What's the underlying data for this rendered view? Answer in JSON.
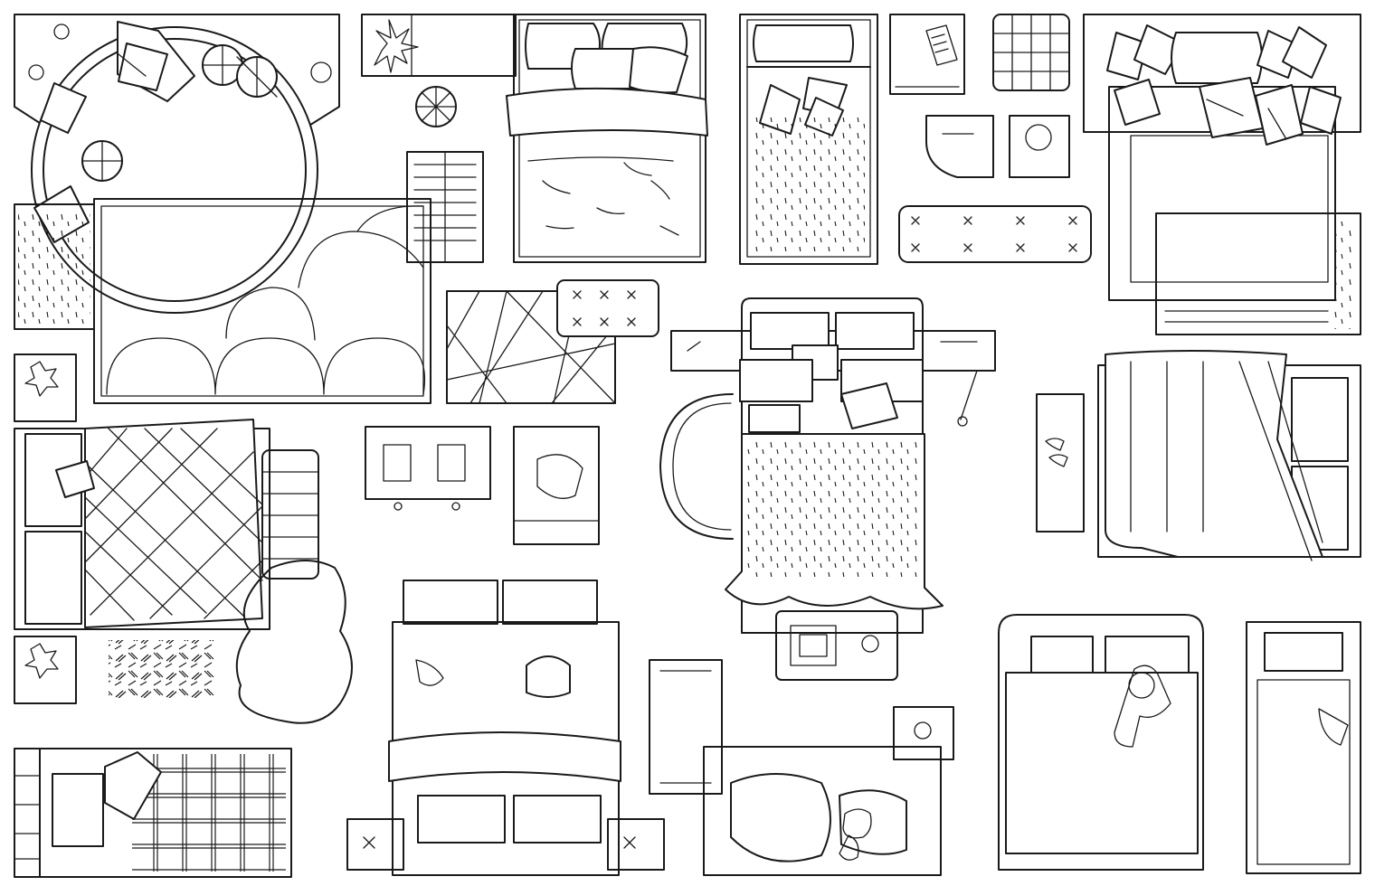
{
  "sheet": {
    "title": "",
    "background": "#ffffff",
    "line_color": "#1a1a1a",
    "style": "black outline top-view bedroom furniture set"
  },
  "items": [
    {
      "name": "round-bed",
      "icon": "round-bed-icon"
    },
    {
      "name": "scalloped-rug",
      "icon": "rug-icon"
    },
    {
      "name": "plant-shelf",
      "icon": "plant-icon"
    },
    {
      "name": "double-bed-top",
      "icon": "bed-icon"
    },
    {
      "name": "single-bed-pattern",
      "icon": "bed-icon"
    },
    {
      "name": "king-bed-pillows",
      "icon": "bed-icon"
    },
    {
      "name": "checkered-bed",
      "icon": "bed-icon"
    },
    {
      "name": "double-bed-nightstands",
      "icon": "bed-icon"
    },
    {
      "name": "draped-double-bed",
      "icon": "bed-icon"
    },
    {
      "name": "bed-with-sleeper",
      "icon": "person-icon"
    },
    {
      "name": "narrow-single-bed",
      "icon": "bed-icon"
    },
    {
      "name": "child-bed",
      "icon": "teddy-icon"
    },
    {
      "name": "plaid-daybed",
      "icon": "bed-icon"
    }
  ]
}
